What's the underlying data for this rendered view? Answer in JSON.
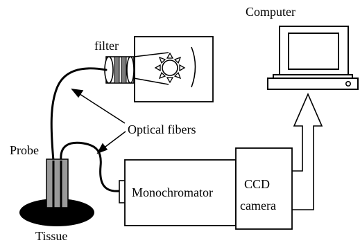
{
  "labels": {
    "computer": "Computer",
    "filter": "filter",
    "optical_fibers": "Optical fibers",
    "probe": "Probe",
    "tissue": "Tissue",
    "monochromator": "Monochromator",
    "ccd_line1": "CCD",
    "ccd_line2": "camera"
  },
  "colors": {
    "line": "#000000",
    "probe_fill": "#9a9a9a",
    "filter_band": "#7a7a7a",
    "tissue": "#000000",
    "background": "#ffffff"
  },
  "icons": {
    "light_source": "sun-icon",
    "computer": "computer-monitor-icon"
  }
}
